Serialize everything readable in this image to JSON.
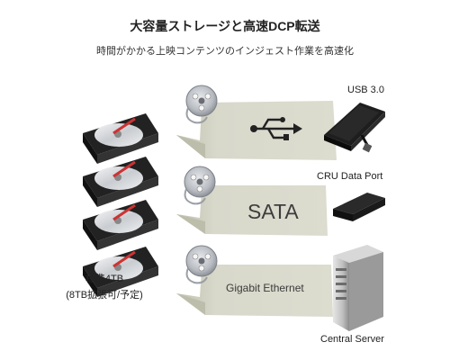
{
  "header": {
    "title": "大容量ストレージと高速DCP転送",
    "subtitle": "時間がかかる上映コンテンツのインジェスト作業を高速化"
  },
  "transfers": [
    {
      "id": "usb",
      "band_label": "",
      "band_icon": "usb-icon",
      "device_label": "USB 3.0",
      "device_icon": "portable-hdd-icon"
    },
    {
      "id": "sata",
      "band_label": "SATA",
      "device_label": "CRU Data Port",
      "device_icon": "drive-dock-icon"
    },
    {
      "id": "gigabit",
      "band_label": "Gigabit Ethernet",
      "device_label": "Central Server",
      "device_icon": "server-tower-icon"
    }
  ],
  "storage": {
    "icon": "hard-disk-stack-icon",
    "capacity_label": "標準4TB",
    "expansion_label": "(8TB拡張可/予定)"
  },
  "icons": {
    "film_reel": "film-reel-icon"
  },
  "colors": {
    "band": "#d6d6c8",
    "band_shadow": "#c4c4b4",
    "device": "#1e1e1e",
    "reel": "#9a9ea4"
  }
}
